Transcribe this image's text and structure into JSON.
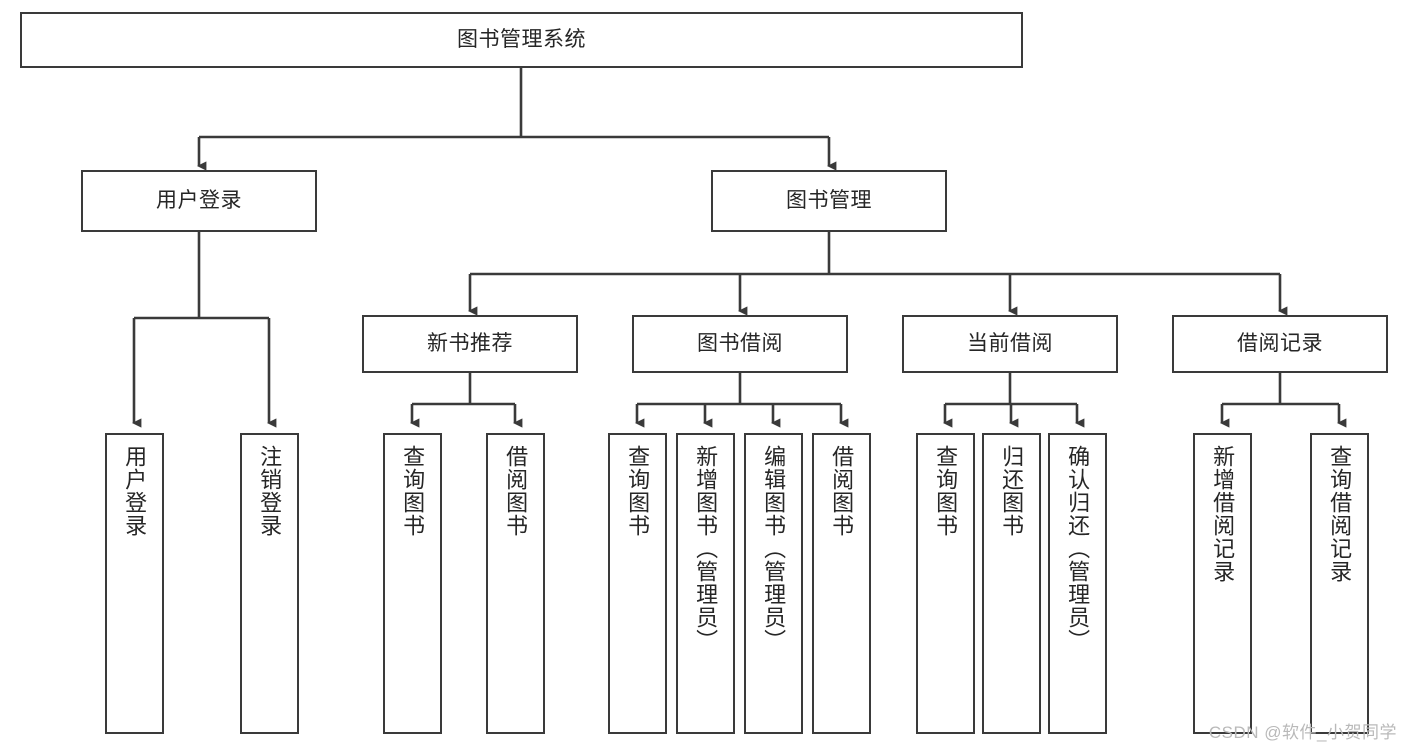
{
  "diagram": {
    "title": "图书管理系统",
    "type": "功能结构图",
    "root": {
      "label": "图书管理系统"
    },
    "level2": [
      {
        "label": "用户登录"
      },
      {
        "label": "图书管理"
      }
    ],
    "level3": [
      {
        "label": "新书推荐"
      },
      {
        "label": "图书借阅"
      },
      {
        "label": "当前借阅"
      },
      {
        "label": "借阅记录"
      }
    ],
    "leaves": {
      "user_login": [
        {
          "label": "用户登录"
        },
        {
          "label": "注销登录"
        }
      ],
      "new_book_recommend": [
        {
          "label": "查询图书"
        },
        {
          "label": "借阅图书"
        }
      ],
      "book_borrow": [
        {
          "label": "查询图书"
        },
        {
          "label": "新增图书（管理员）"
        },
        {
          "label": "编辑图书（管理员）"
        },
        {
          "label": "借阅图书"
        }
      ],
      "current_borrow": [
        {
          "label": "查询图书"
        },
        {
          "label": "归还图书"
        },
        {
          "label": "确认归还（管理员）"
        }
      ],
      "borrow_record": [
        {
          "label": "新增借阅记录"
        },
        {
          "label": "查询借阅记录"
        }
      ]
    }
  },
  "watermark": {
    "text": "CSDN @软件_小贺同学"
  },
  "colors": {
    "border": "#3a3a3a",
    "text": "#262626",
    "background": "#ffffff",
    "watermark": "#b9b9b9"
  }
}
